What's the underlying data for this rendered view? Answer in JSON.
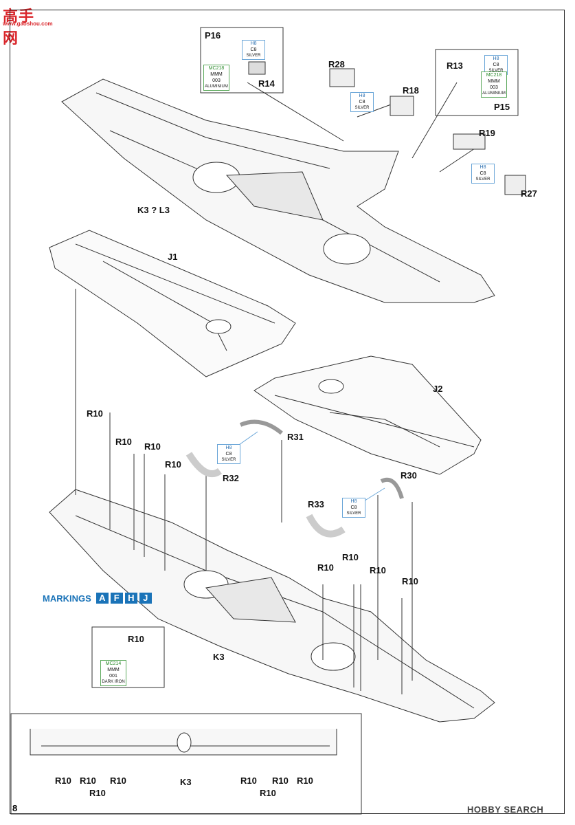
{
  "watermark": {
    "glyphs": "高手网",
    "url": "www.gaoshou.com"
  },
  "page_number": "8",
  "brand": "HOBBY SEARCH",
  "markings": {
    "label": "MARKINGS",
    "codes": [
      "A",
      "F",
      "H",
      "J"
    ]
  },
  "labels": {
    "p16": "P16",
    "r14": "R14",
    "r28": "R28",
    "r18": "R18",
    "r13": "R13",
    "p15": "P15",
    "r19": "R19",
    "r27": "R27",
    "k3l3": "K3 ? L3",
    "j1": "J1",
    "j2": "J2",
    "r31": "R31",
    "r32": "R32",
    "r30": "R30",
    "r33": "R33",
    "k3": "K3",
    "k3_detail": "K3",
    "r10": "R10"
  },
  "paints": {
    "h8_c8_silver": {
      "line1": "H8",
      "line2": "C8",
      "line3": "SILVER"
    },
    "mc218_aluminium": {
      "line1": "MC218",
      "line2": "MMM",
      "line3": "003",
      "line4": "ALUMINIUM"
    },
    "mc214_dark_iron": {
      "line1": "MC214",
      "line2": "MMM",
      "line3": "001",
      "line4": "DARK IRON"
    }
  },
  "colors": {
    "paint_blue": "#2a6fb0",
    "paint_green": "#2a8a2a",
    "marking_blue": "#1a73b8"
  }
}
